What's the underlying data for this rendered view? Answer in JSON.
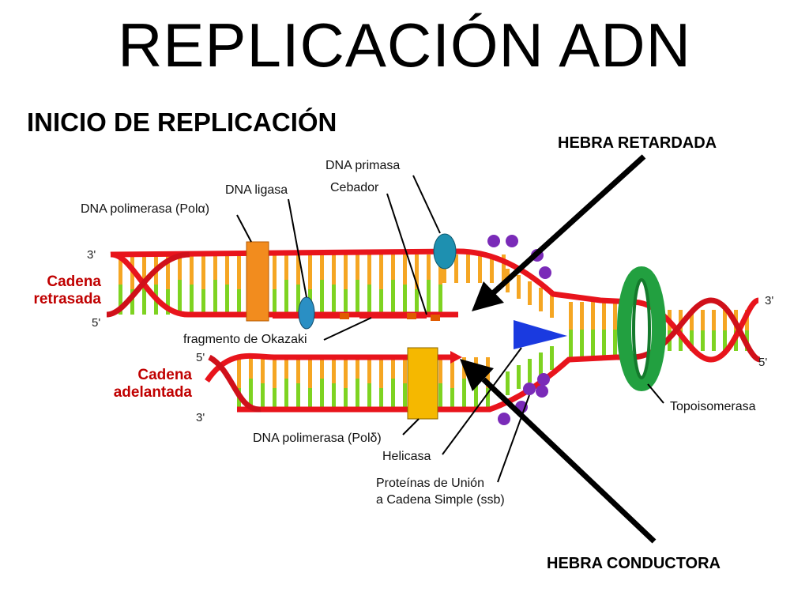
{
  "title": "REPLICACIÓN ADN",
  "subtitle": "INICIO DE REPLICACIÓN",
  "arrows": {
    "lagging": "HEBRA RETARDADA",
    "leading": "HEBRA CONDUCTORA"
  },
  "labels": {
    "primase": "DNA primasa",
    "ligase": "DNA ligasa",
    "primer": "Cebador",
    "pol_alpha": "DNA polimerasa (Polα)",
    "okazaki": "fragmento de Okazaki",
    "topoisomerase": "Topoisomerasa",
    "pol_delta": "DNA polimerasa (Polδ)",
    "helicase": "Helicasa",
    "ssb_line1": "Proteínas de Unión",
    "ssb_line2": "a Cadena Simple (ssb)"
  },
  "strands": {
    "lagging_line1": "Cadena",
    "lagging_line2": "retrasada",
    "leading_line1": "Cadena",
    "leading_line2": "adelantada"
  },
  "ends": {
    "top_left_3": "3'",
    "top_left_5": "5'",
    "bottom_left_5": "5'",
    "bottom_left_3": "3'",
    "right_3": "3'",
    "right_5": "5'"
  },
  "colors": {
    "backbone": "#e8141c",
    "base_orange": "#f5a623",
    "base_green": "#7ed321",
    "polymerase_alpha": "#f28c1e",
    "polymerase_delta": "#f5b800",
    "primase": "#1e90b0",
    "ligase": "#2a8fc4",
    "helicase": "#1a3ae0",
    "topoisomerase": "#22a040",
    "ssb": "#7a2bb8"
  }
}
